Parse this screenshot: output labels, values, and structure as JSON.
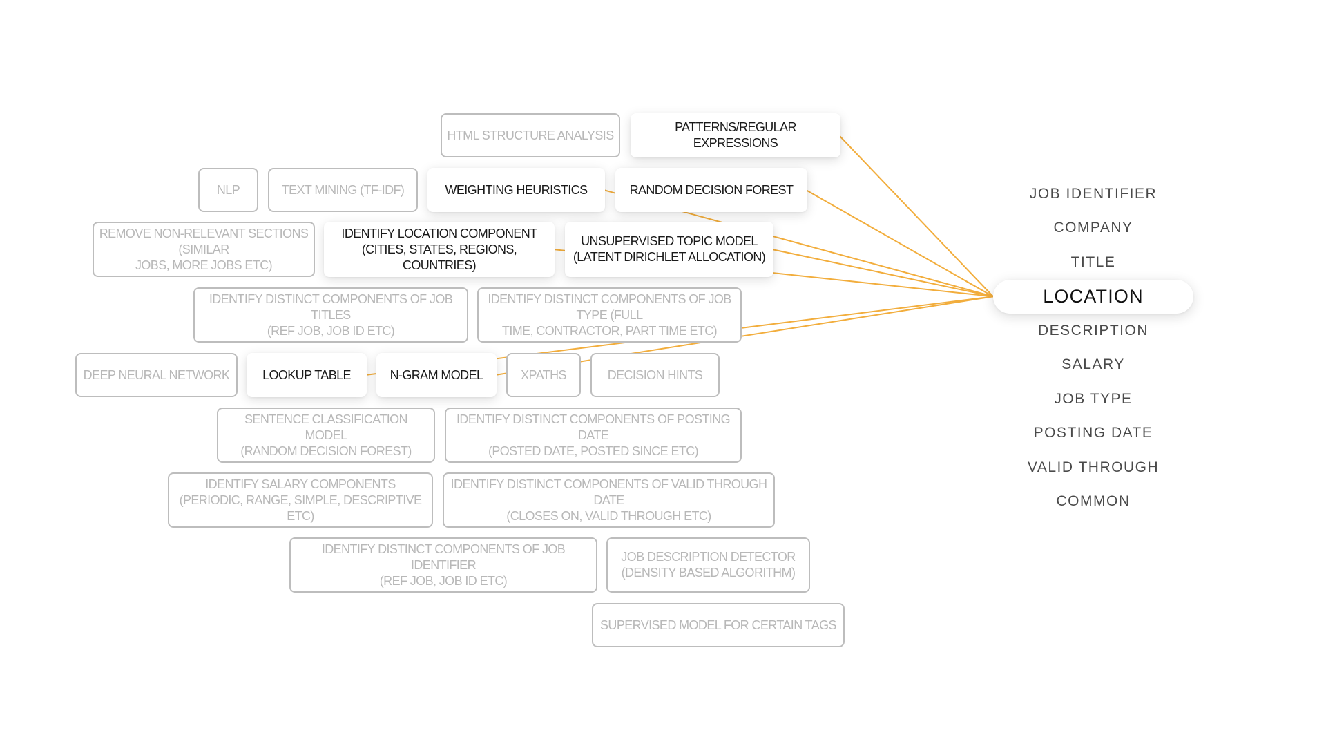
{
  "colors": {
    "link": "#f2ad3c",
    "inactive_border": "#bdbdbd",
    "inactive_text": "#b8b8b8",
    "active_text": "#1a1a1a"
  },
  "nodes": [
    {
      "id": "html-structure-analysis",
      "label": "HTML STRUCTURE ANALYSIS",
      "active": false
    },
    {
      "id": "patterns-regular-expressions",
      "label": "PATTERNS/REGULAR EXPRESSIONS",
      "active": true
    },
    {
      "id": "nlp",
      "label": "NLP",
      "active": false
    },
    {
      "id": "text-mining",
      "label": "TEXT MINING (TF-IDF)",
      "active": false
    },
    {
      "id": "weighting-heuristics",
      "label": "WEIGHTING HEURISTICS",
      "active": true
    },
    {
      "id": "random-decision-forest",
      "label": "RANDOM DECISION FOREST",
      "active": true
    },
    {
      "id": "remove-non-relevant-sections",
      "label": "REMOVE NON-RELEVANT SECTIONS (SIMILAR\nJOBS, MORE JOBS ETC)",
      "active": false
    },
    {
      "id": "identify-location-component",
      "label": "IDENTIFY LOCATION COMPONENT\n(CITIES, STATES, REGIONS, COUNTRIES)",
      "active": true
    },
    {
      "id": "unsupervised-topic-model",
      "label": "UNSUPERVISED TOPIC MODEL\n(LATENT DIRICHLET ALLOCATION)",
      "active": true
    },
    {
      "id": "job-titles-components",
      "label": "IDENTIFY DISTINCT COMPONENTS OF JOB TITLES\n(REF JOB, JOB ID ETC)",
      "active": false
    },
    {
      "id": "job-type-components",
      "label": "IDENTIFY DISTINCT COMPONENTS OF JOB TYPE (FULL\nTIME, CONTRACTOR, PART TIME ETC)",
      "active": false
    },
    {
      "id": "deep-neural-network",
      "label": "DEEP NEURAL NETWORK",
      "active": false
    },
    {
      "id": "lookup-table",
      "label": "LOOKUP TABLE",
      "active": true
    },
    {
      "id": "n-gram-model",
      "label": "N-GRAM MODEL",
      "active": true
    },
    {
      "id": "xpaths",
      "label": "XPATHS",
      "active": false
    },
    {
      "id": "decision-hints",
      "label": "DECISION HINTS",
      "active": false
    },
    {
      "id": "sentence-classification-model",
      "label": "SENTENCE CLASSIFICATION MODEL\n(RANDOM DECISION FOREST)",
      "active": false
    },
    {
      "id": "posting-date-components",
      "label": "IDENTIFY DISTINCT COMPONENTS OF POSTING DATE\n(POSTED DATE, POSTED SINCE ETC)",
      "active": false
    },
    {
      "id": "salary-components",
      "label": "IDENTIFY SALARY COMPONENTS\n(PERIODIC, RANGE, SIMPLE, DESCRIPTIVE ETC)",
      "active": false
    },
    {
      "id": "valid-through-date-components",
      "label": "IDENTIFY DISTINCT COMPONENTS OF VALID THROUGH DATE\n(CLOSES ON, VALID THROUGH ETC)",
      "active": false
    },
    {
      "id": "job-identifier-components",
      "label": "IDENTIFY DISTINCT COMPONENTS OF JOB IDENTIFIER\n(REF JOB, JOB ID ETC)",
      "active": false
    },
    {
      "id": "job-description-detector",
      "label": "JOB DESCRIPTION DETECTOR\n(DENSITY BASED ALGORITHM)",
      "active": false
    },
    {
      "id": "supervised-model-certain-tags",
      "label": "SUPERVISED MODEL FOR CERTAIN TAGS",
      "active": false
    }
  ],
  "fields": [
    {
      "label": "JOB IDENTIFIER",
      "selected": false
    },
    {
      "label": "COMPANY",
      "selected": false
    },
    {
      "label": "TITLE",
      "selected": false
    },
    {
      "label": "LOCATION",
      "selected": true
    },
    {
      "label": "DESCRIPTION",
      "selected": false
    },
    {
      "label": "SALARY",
      "selected": false
    },
    {
      "label": "JOB TYPE",
      "selected": false
    },
    {
      "label": "POSTING DATE",
      "selected": false
    },
    {
      "label": "VALID THROUGH",
      "selected": false
    },
    {
      "label": "COMMON",
      "selected": false
    }
  ],
  "links": [
    {
      "from": "patterns-regular-expressions",
      "to": "LOCATION"
    },
    {
      "from": "random-decision-forest",
      "to": "LOCATION"
    },
    {
      "from": "weighting-heuristics",
      "to": "LOCATION"
    },
    {
      "from": "unsupervised-topic-model",
      "to": "LOCATION"
    },
    {
      "from": "identify-location-component",
      "to": "LOCATION"
    },
    {
      "from": "n-gram-model",
      "to": "LOCATION"
    },
    {
      "from": "lookup-table",
      "to": "LOCATION"
    }
  ]
}
